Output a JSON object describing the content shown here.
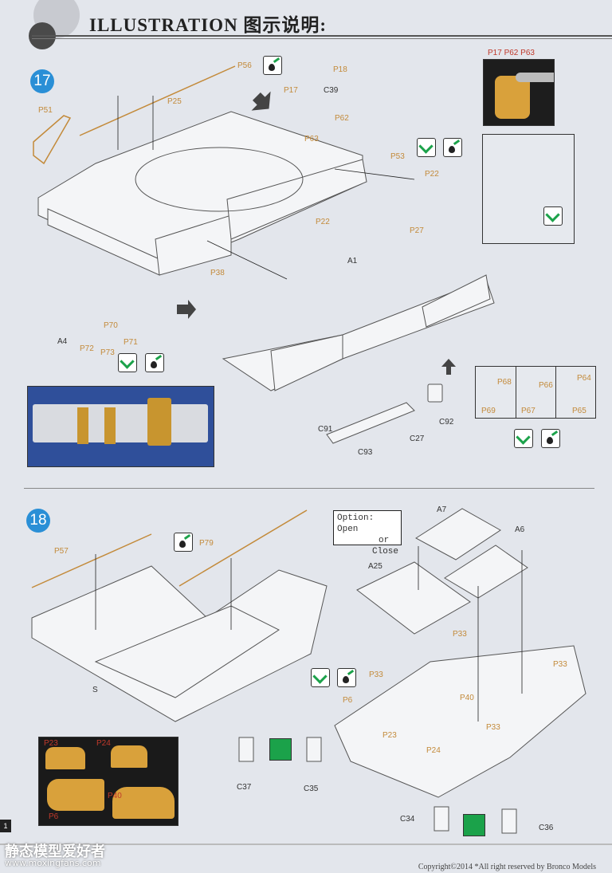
{
  "header": {
    "title": "ILLUSTRATION 图示说明:"
  },
  "steps": [
    {
      "number": "17",
      "labels": {
        "p56": "P56",
        "p18": "P18",
        "p17": "P17",
        "c39": "C39",
        "p62": "P62",
        "p63": "P63",
        "p51": "P51",
        "p25": "P25",
        "p53": "P53",
        "p22": "P22",
        "p22b": "P22",
        "p27": "P27",
        "a1": "A1",
        "p38": "P38",
        "a4": "A4",
        "p70": "P70",
        "p71": "P71",
        "p72": "P72",
        "p73": "P73",
        "p68": "P68",
        "p69": "P69",
        "p66": "P66",
        "p67": "P67",
        "p64": "P64",
        "p65": "P65",
        "c91": "C91",
        "c93": "C93",
        "c27": "C27",
        "c92": "C92"
      },
      "photo_caption": "P17 P62 P63"
    },
    {
      "number": "18",
      "labels": {
        "p57": "P57",
        "p79": "P79",
        "s": "S",
        "a7": "A7",
        "a6": "A6",
        "a25": "A25",
        "p33a": "P33",
        "p33b": "P33",
        "p33c": "P33",
        "p33d": "P33",
        "p6": "P6",
        "p23": "P23",
        "p40": "P40",
        "p24": "P24",
        "c37": "C37",
        "c35": "C35",
        "c34": "C34",
        "c36": "C36"
      },
      "option": {
        "line1": "Option: Open",
        "line2": "or",
        "line3": "Close"
      },
      "photo_labels": {
        "p23": "P23",
        "p24": "P24",
        "p6": "P6",
        "p40": "P40"
      }
    }
  ],
  "footer": {
    "copyright": "Copyright©2014  *All right reserved by Bronco Models",
    "watermark": "静态模型爱好者",
    "watermark_url": "www.moxingfans.com",
    "page": "1"
  },
  "colors": {
    "accent_blue": "#2a8fd6",
    "etch_brass": "#c38a3a",
    "green_icon": "#1ba24a"
  }
}
